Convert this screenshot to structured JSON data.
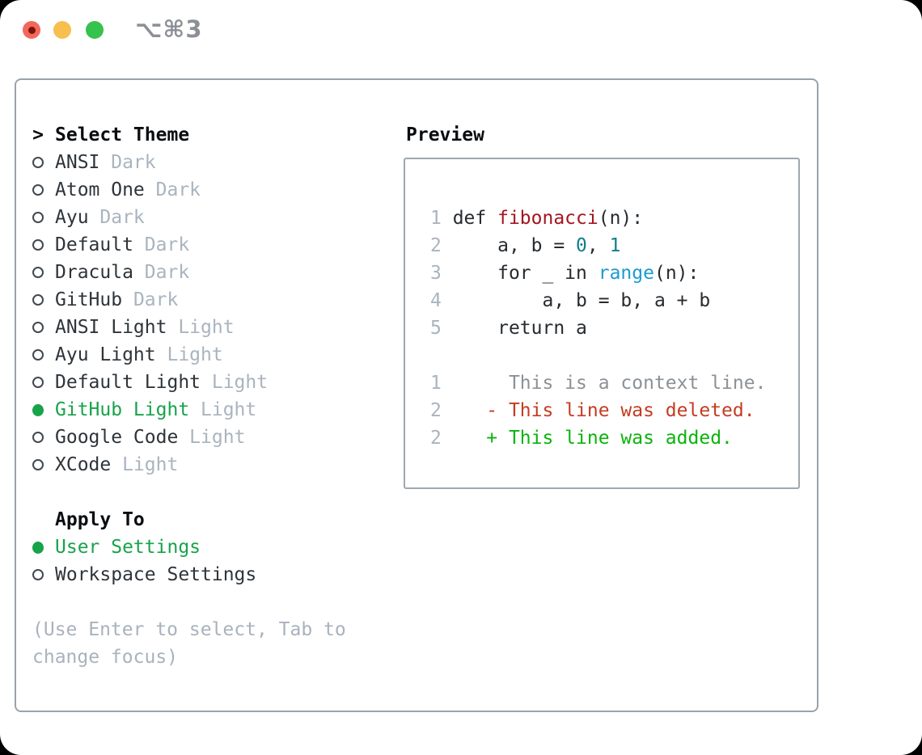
{
  "window": {
    "shortcut": "⌥⌘3",
    "traffic_lights": [
      "close",
      "minimize",
      "zoom"
    ]
  },
  "colors": {
    "header_text": "#0a0d10",
    "item_text": "#2e343a",
    "tag_text": "#a9b4bf",
    "selected_green": "#17a34a",
    "ring": "#41484f",
    "hint": "#a9b2bd",
    "shortcut": "#8b8f96",
    "panel_border": "#9aa2ac",
    "box_border": "#a0a7b0",
    "traffic_red": "#f2685c",
    "traffic_red_dot": "#7d120b",
    "traffic_yellow": "#f6bf4f",
    "traffic_green": "#35c24d",
    "syntax": {
      "code": "#262b30",
      "func": "#a31621",
      "num": "#0e7f8a",
      "builtin": "#1b9ad2",
      "linenum": "#a9b4bf",
      "context": "#8b9197",
      "deleted": "#c53b22",
      "added": "#0bb30b"
    }
  },
  "theme_panel": {
    "prompt": ">",
    "title": "Select Theme",
    "themes": [
      {
        "name": "ANSI",
        "tag": "Dark",
        "selected": false
      },
      {
        "name": "Atom One",
        "tag": "Dark",
        "selected": false
      },
      {
        "name": "Ayu",
        "tag": "Dark",
        "selected": false
      },
      {
        "name": "Default",
        "tag": "Dark",
        "selected": false
      },
      {
        "name": "Dracula",
        "tag": "Dark",
        "selected": false
      },
      {
        "name": "GitHub",
        "tag": "Dark",
        "selected": false
      },
      {
        "name": "ANSI Light",
        "tag": "Light",
        "selected": false
      },
      {
        "name": "Ayu Light",
        "tag": "Light",
        "selected": false
      },
      {
        "name": "Default Light",
        "tag": "Light",
        "selected": false
      },
      {
        "name": "GitHub Light",
        "tag": "Light",
        "selected": true
      },
      {
        "name": "Google Code",
        "tag": "Light",
        "selected": false
      },
      {
        "name": "XCode",
        "tag": "Light",
        "selected": false
      }
    ],
    "apply_to": {
      "title": "Apply To",
      "options": [
        {
          "label": "User Settings",
          "selected": true
        },
        {
          "label": "Workspace Settings",
          "selected": false
        }
      ]
    },
    "hint_lines": [
      "(Use Enter to select, Tab to",
      "change focus)"
    ]
  },
  "preview": {
    "title": "Preview",
    "lines": [
      {
        "number": "1",
        "segments": [
          {
            "text": "def ",
            "color": "code"
          },
          {
            "text": "fibonacci",
            "color": "func"
          },
          {
            "text": "(n):",
            "color": "code"
          }
        ]
      },
      {
        "number": "2",
        "segments": [
          {
            "text": "    a, b = ",
            "color": "code"
          },
          {
            "text": "0",
            "color": "num"
          },
          {
            "text": ", ",
            "color": "code"
          },
          {
            "text": "1",
            "color": "num"
          }
        ]
      },
      {
        "number": "3",
        "segments": [
          {
            "text": "    for _ in ",
            "color": "code"
          },
          {
            "text": "range",
            "color": "builtin"
          },
          {
            "text": "(n):",
            "color": "code"
          }
        ]
      },
      {
        "number": "4",
        "segments": [
          {
            "text": "        a, b = b, a + b",
            "color": "code"
          }
        ]
      },
      {
        "number": "5",
        "segments": [
          {
            "text": "    return a",
            "color": "code"
          }
        ]
      },
      {
        "blank": true
      },
      {
        "number": "1",
        "segments": [
          {
            "text": "     This is a context line.",
            "color": "context"
          }
        ]
      },
      {
        "number": "2",
        "segments": [
          {
            "text": "   - This line was deleted.",
            "color": "deleted"
          }
        ]
      },
      {
        "number": "2",
        "segments": [
          {
            "text": "   + This line was added.",
            "color": "added"
          }
        ]
      }
    ]
  }
}
